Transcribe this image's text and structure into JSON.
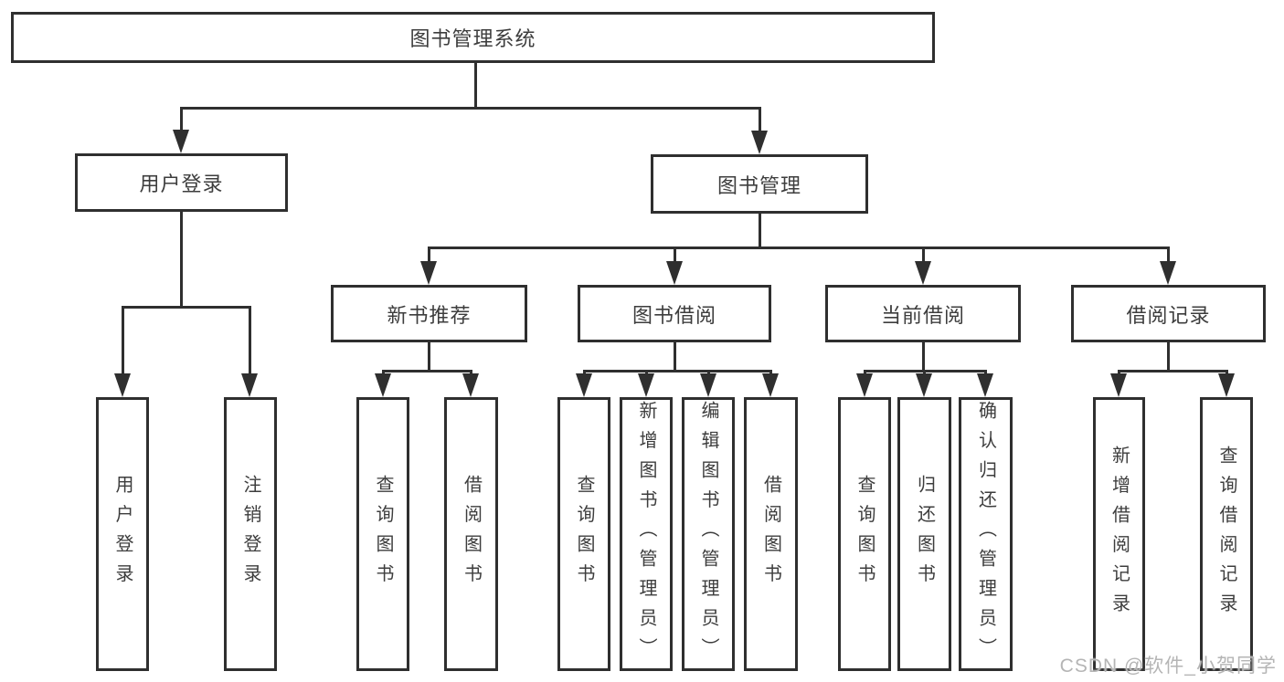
{
  "diagram": {
    "nodes": {
      "root": {
        "label": "图书管理系统"
      },
      "user_login": {
        "label": "用户登录"
      },
      "book_management": {
        "label": "图书管理"
      },
      "new_book_recommendation": {
        "label": "新书推荐"
      },
      "book_borrowing": {
        "label": "图书借阅"
      },
      "current_borrowing": {
        "label": "当前借阅"
      },
      "borrowing_records": {
        "label": "借阅记录"
      },
      "leaf_user_login": {
        "label": "用户登录"
      },
      "leaf_logout": {
        "label": "注销登录"
      },
      "leaf_nb_query_books": {
        "label": "查询图书"
      },
      "leaf_nb_borrow_books": {
        "label": "借阅图书"
      },
      "leaf_bb_query_books": {
        "label": "查询图书"
      },
      "leaf_bb_add_books": {
        "label": "新增图书（管理员）"
      },
      "leaf_bb_edit_books": {
        "label": "编辑图书（管理员）"
      },
      "leaf_bb_borrow_books": {
        "label": "借阅图书"
      },
      "leaf_cb_query_books": {
        "label": "查询图书"
      },
      "leaf_cb_return_books": {
        "label": "归还图书"
      },
      "leaf_cb_confirm_return": {
        "label": "确认归还（管理员）"
      },
      "leaf_br_add_record": {
        "label": "新增借阅记录"
      },
      "leaf_br_query_record": {
        "label": "查询借阅记录"
      }
    },
    "watermark": "CSDN @软件_小贺同学",
    "colors": {
      "line": "#2f2f2f",
      "text": "#3d3d3d",
      "watermark": "#b5b5b5",
      "background": "#ffffff"
    }
  }
}
